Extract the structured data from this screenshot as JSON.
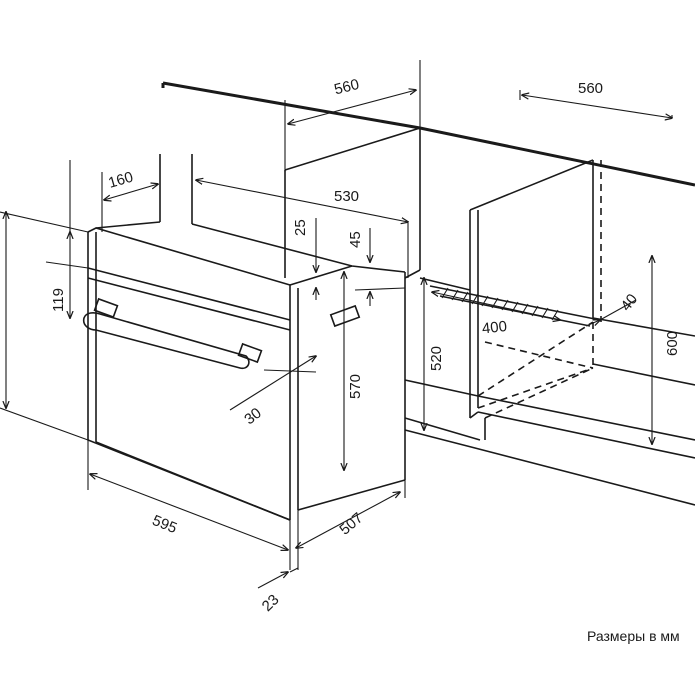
{
  "dimensions": {
    "niche_depth_top": "560",
    "niche_width_top": "560",
    "handle_offset": "160",
    "oven_depth_inner": "530",
    "top_gap": "25",
    "top_gap2": "45",
    "panel_height": "119",
    "niche_height_side": "520",
    "oven_height": "570",
    "niche_height": "600",
    "vent_width": "400",
    "vent_depth": "40",
    "handle_depth": "30",
    "oven_width": "595",
    "oven_depth": "507",
    "front_depth": "23"
  },
  "caption": "Размеры в мм"
}
